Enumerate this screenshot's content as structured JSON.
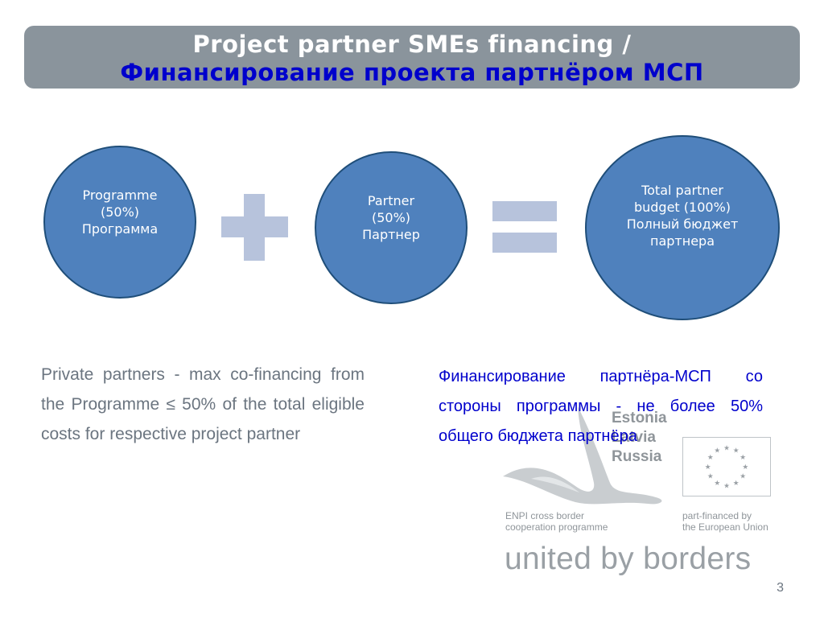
{
  "title": {
    "line1": "Project partner SMEs financing /",
    "line2": "Финансирование проекта партнёром МСП"
  },
  "circles": {
    "programme": {
      "lines": [
        "Programme",
        "(50%)",
        "Программа"
      ]
    },
    "partner": {
      "lines": [
        "Partner",
        "(50%)",
        "Партнер"
      ]
    },
    "total": {
      "lines": [
        "Total partner",
        "budget (100%)",
        "Полный бюджет",
        "партнера"
      ]
    }
  },
  "operators": {
    "plus": "plus-sign",
    "equals": "equals-sign"
  },
  "left_text": "Private partners - max co-financing from the Programme ≤ 50% of the total eligible costs for respective project partner",
  "right_text": "Финансирование партнёра-МСП со стороны программы - не более 50% общего бюджета партнёра",
  "logo": {
    "countries": [
      "Estonia",
      "Latvia",
      "Russia"
    ],
    "enpi_caption": [
      "ENPI cross border",
      "cooperation programme"
    ],
    "eu_caption": [
      "part-financed by",
      "the European Union"
    ],
    "slogan": "united by borders"
  },
  "page_number": "3",
  "colors": {
    "title_bar": "#8a949c",
    "title_russian": "#0000cc",
    "circle_fill": "#4f81bd",
    "operator": "#b7c3dc",
    "left_text": "#6b7580",
    "right_text": "#0000cc"
  }
}
